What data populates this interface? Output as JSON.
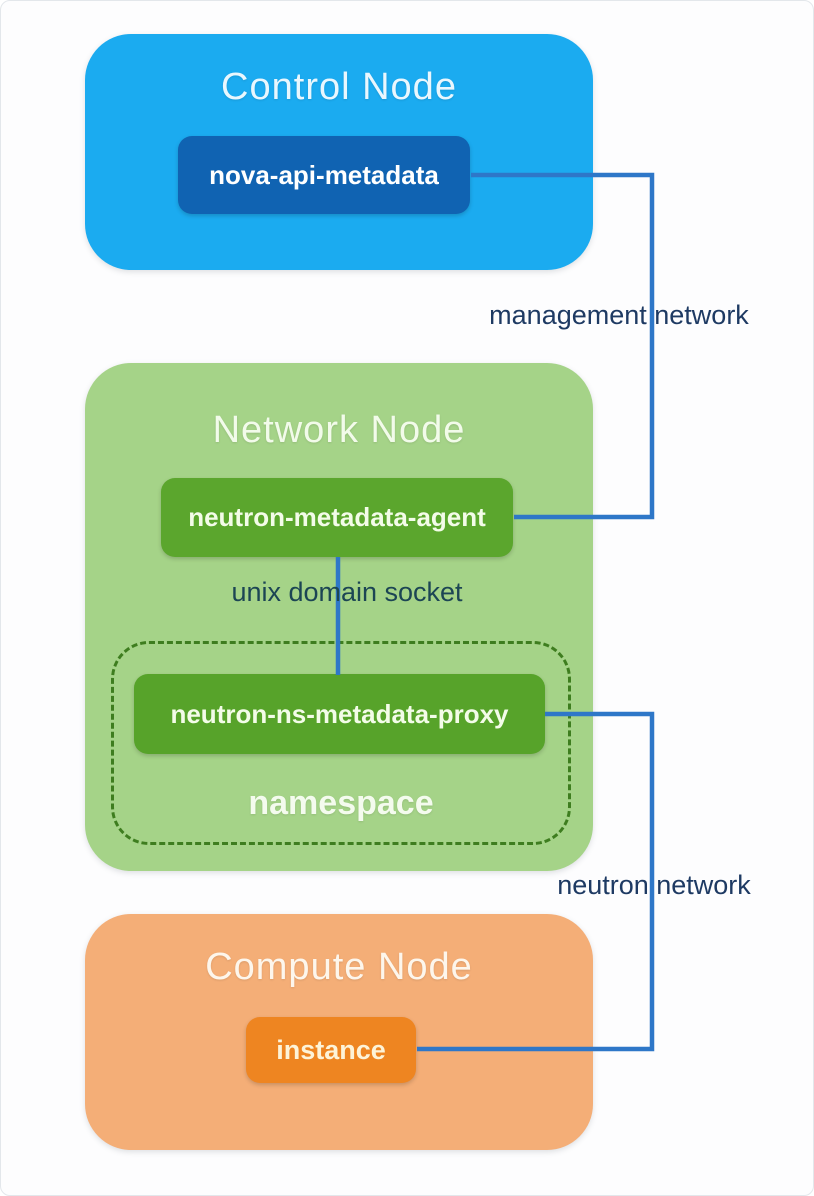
{
  "canvas": {
    "background": "#fdfdfe",
    "border_color": "#e3e7eb"
  },
  "colors": {
    "connector_blue": "#2e77c8",
    "label_navy": "#1e3a63",
    "namespace_dash_green": "#3e7d1f"
  },
  "nodes": {
    "control": {
      "title": "Control Node",
      "bg": "#1babf0",
      "component": {
        "label": "nova-api-metadata",
        "bg": "#1063b2",
        "text_color": "#ffffff"
      }
    },
    "network": {
      "title": "Network Node",
      "bg": "#a5d388",
      "component": {
        "label": "neutron-metadata-agent",
        "bg": "#5ba62d",
        "text_color": "#f3fce8"
      },
      "namespace": {
        "label": "namespace",
        "border_color": "#3e7d1f",
        "component": {
          "label": "neutron-ns-metadata-proxy",
          "bg": "#57a32a",
          "text_color": "#f3fce8"
        }
      }
    },
    "compute": {
      "title": "Compute Node",
      "bg": "#f4ae77",
      "component": {
        "label": "instance",
        "bg": "#ee8521",
        "text_color": "#fdf3d8"
      }
    }
  },
  "connections": [
    {
      "label": "management network",
      "from": "nova-api-metadata",
      "to": "neutron-metadata-agent"
    },
    {
      "label": "unix domain socket",
      "from": "neutron-metadata-agent",
      "to": "neutron-ns-metadata-proxy"
    },
    {
      "label": "neutron network",
      "from": "neutron-ns-metadata-proxy",
      "to": "instance"
    }
  ]
}
